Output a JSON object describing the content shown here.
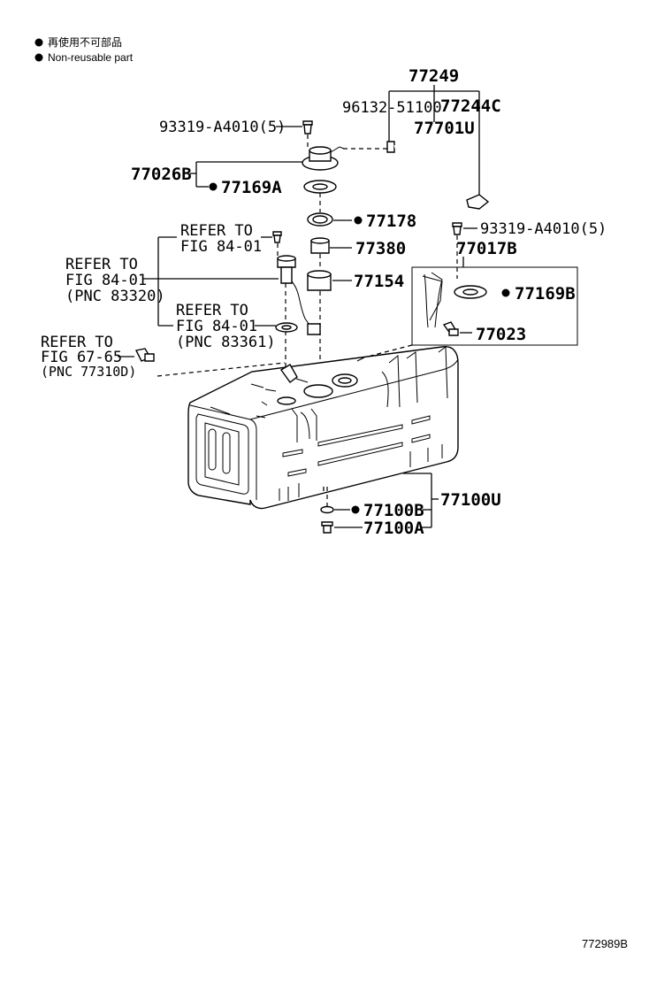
{
  "legend": {
    "line_jp": "再使用不可部品",
    "line_en": "Non-reusable part"
  },
  "labels": {
    "p77249": "77249",
    "p96132": "96132-51100",
    "p77244C": "77244C",
    "p93319_top": "93319-A4010(5)",
    "p77701U": "77701U",
    "p77026B": "77026B",
    "p77169A": "77169A",
    "p77178": "77178",
    "refer1_a": "REFER TO",
    "refer1_b": "FIG 84-01",
    "p93319_right": "93319-A4010(5)",
    "p77380": "77380",
    "p77017B": "77017B",
    "refer2_a": "REFER TO",
    "refer2_b": "FIG 84-01",
    "refer2_c": "(PNC 83320)",
    "p77154": "77154",
    "p77169B": "77169B",
    "refer3_a": "REFER TO",
    "refer3_b": "FIG 84-01",
    "refer3_c": "(PNC 83361)",
    "p77023": "77023",
    "refer4_a": "REFER TO",
    "refer4_b": "FIG 67-65",
    "refer4_c": "(PNC 77310D)",
    "p77100U": "77100U",
    "p77100B": "77100B",
    "p77100A": "77100A"
  },
  "footer": {
    "diagram_id": "772989B"
  }
}
